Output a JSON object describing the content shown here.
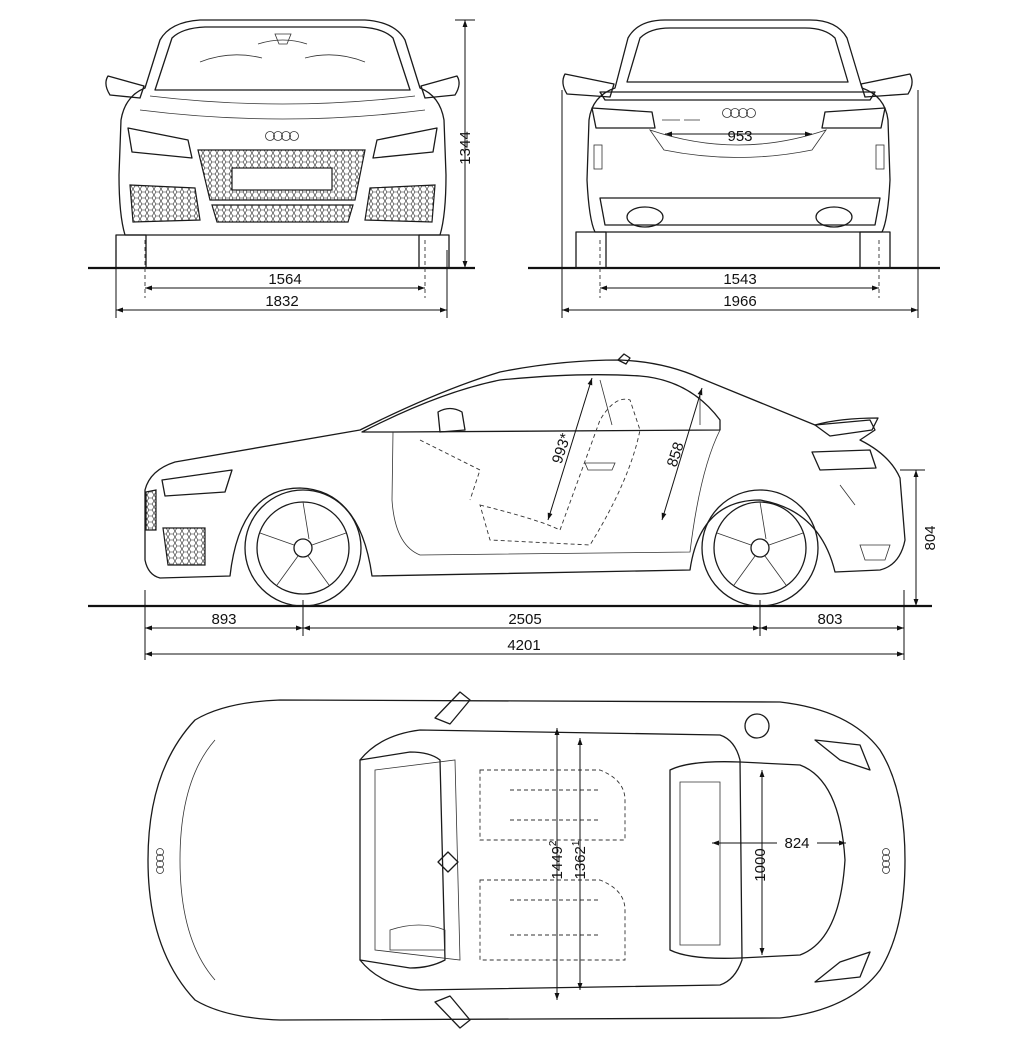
{
  "views": {
    "front": {
      "track": "1564",
      "width": "1832",
      "height": "1344"
    },
    "rear": {
      "opening_width": "953",
      "track": "1543",
      "width_mirrors": "1966"
    },
    "side": {
      "front_overhang": "893",
      "wheelbase": "2505",
      "rear_overhang": "803",
      "length": "4201",
      "front_headroom": "993*",
      "rear_headroom": "858",
      "loading_height": "804"
    },
    "top": {
      "front_elbow_width": "1449",
      "front_elbow_sup": "2",
      "rear_elbow_width": "1362",
      "rear_elbow_sup": "1",
      "trunk_depth": "1000",
      "trunk_width": "824"
    }
  }
}
